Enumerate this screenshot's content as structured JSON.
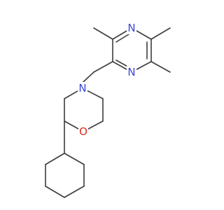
{
  "molecule": {
    "atoms": [
      {
        "id": "n_top",
        "label": "N",
        "color": "#3a46d8"
      },
      {
        "id": "n_bottom",
        "label": "N",
        "color": "#3a46d8"
      },
      {
        "id": "n_morph",
        "label": "N",
        "color": "#3a46d8"
      },
      {
        "id": "o_morph",
        "label": "O",
        "color": "#e0281e"
      }
    ],
    "bond_color": "#3c3c3c"
  }
}
